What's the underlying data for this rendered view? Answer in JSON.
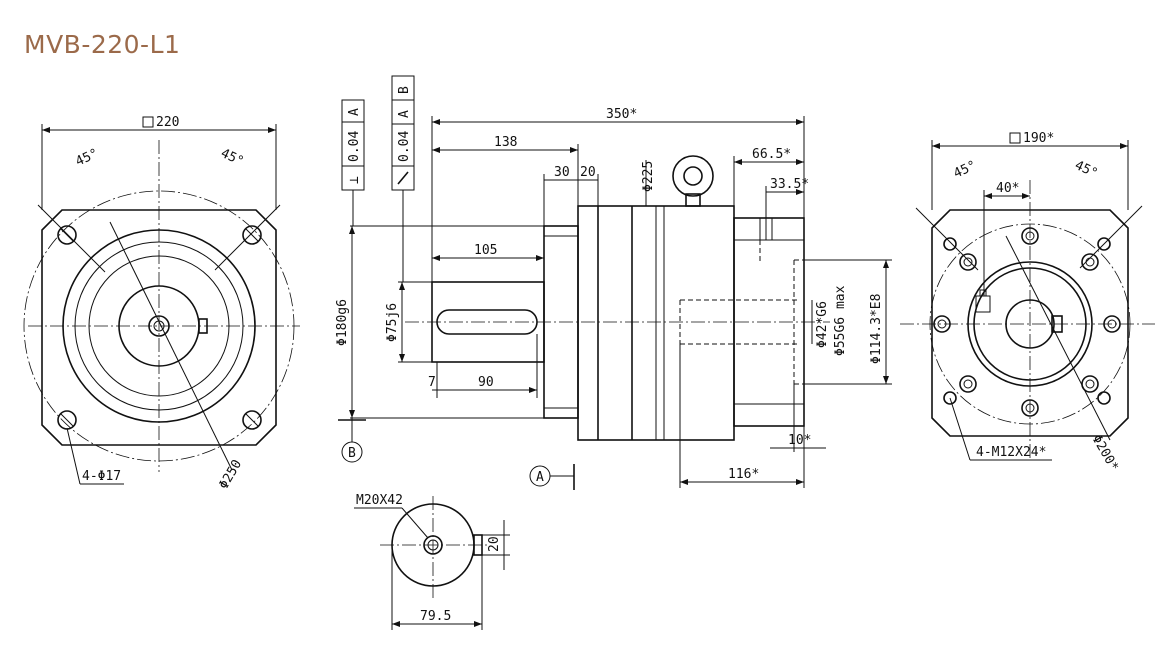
{
  "title": "MVB-220-L1",
  "left_view": {
    "square": "220",
    "angle_left": "45°",
    "angle_right": "45°",
    "holes": "4-Φ17",
    "pcd": "Φ250"
  },
  "side_view": {
    "overall_length": "350*",
    "shaft_section": "138",
    "flange_30": "30",
    "flange_20": "20",
    "housing_dia": "Φ225",
    "input_len": "66.5*",
    "input_sub": "33.5*",
    "key_len": "105",
    "pilot_dia": "Φ180g6",
    "shaft_dia": "Φ75j6",
    "key_offset": "7",
    "key_width_len": "90",
    "bore_dia": "Φ42*G6",
    "bore_max": "Φ55G6 max",
    "flange_dia": "Φ114.3*E8",
    "depth_10": "10*",
    "depth_116": "116*",
    "datum_a": "A",
    "datum_b": "B",
    "tol_perp_sym": "⊥",
    "tol_perp_val": "0.04",
    "tol_perp_ref": "A",
    "tol_run_val": "0.04",
    "tol_run_ref1": "A",
    "tol_run_ref2": "B"
  },
  "shaft_end": {
    "thread": "M20X42",
    "key_height": "20",
    "shaft_height": "79.5"
  },
  "right_view": {
    "square": "190*",
    "angle_left": "45°",
    "angle_right": "45°",
    "offset": "40*",
    "threads": "4-M12X24*",
    "pcd": "Φ200*"
  }
}
